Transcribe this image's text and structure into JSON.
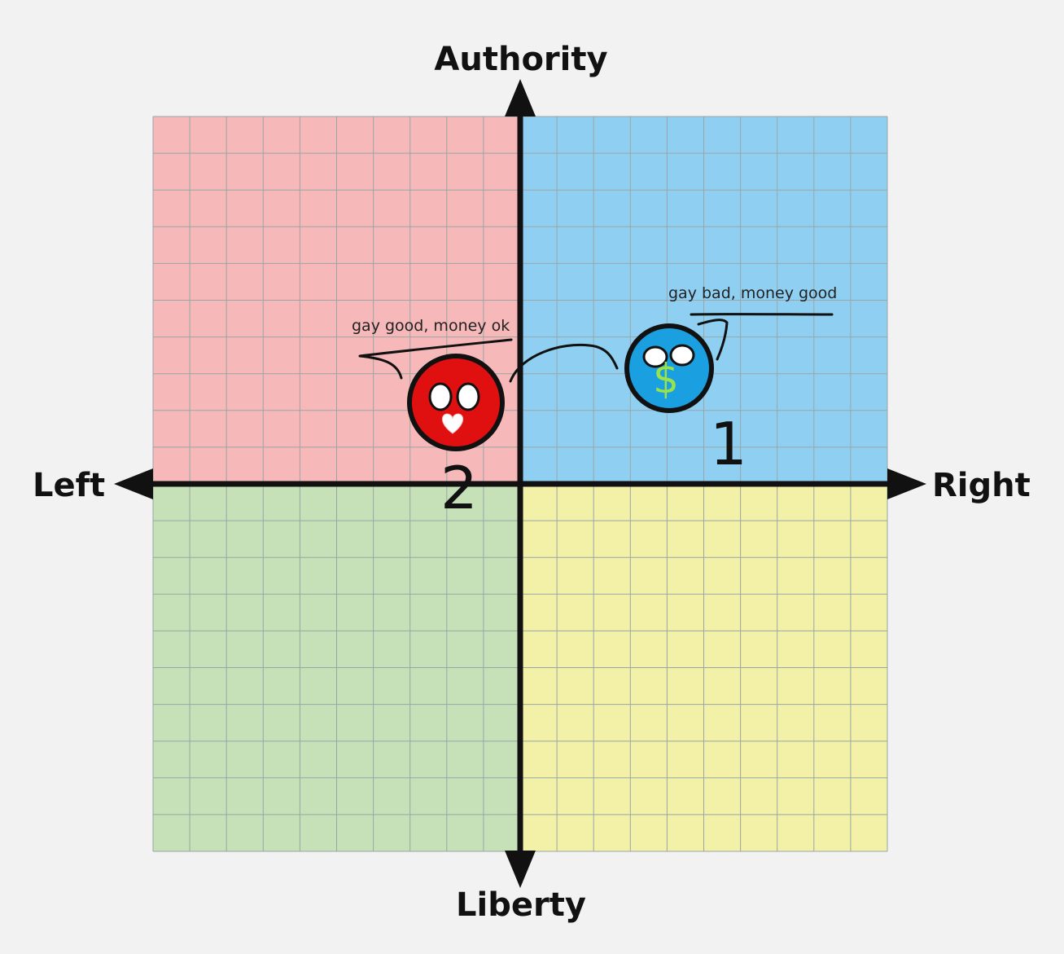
{
  "axes": {
    "top": "Authority",
    "bottom": "Liberty",
    "left": "Left",
    "right": "Right"
  },
  "quadrants": {
    "auth_left": "#f6b8b8",
    "auth_right": "#8fd0f2",
    "lib_left": "#c6e0b8",
    "lib_right": "#f3f0a8"
  },
  "grid": {
    "cells_per_side": 20,
    "line_color": "#9aa6a6"
  },
  "characters": [
    {
      "id": "red-ball",
      "caption": "gay good, money ok",
      "number": "2",
      "fill": "#e01010",
      "symbol": "heart-icon"
    },
    {
      "id": "blue-ball",
      "caption": "gay bad, money good",
      "number": "1",
      "fill": "#1aa0e0",
      "symbol": "dollar-icon"
    }
  ],
  "dollar_glyph": "$"
}
